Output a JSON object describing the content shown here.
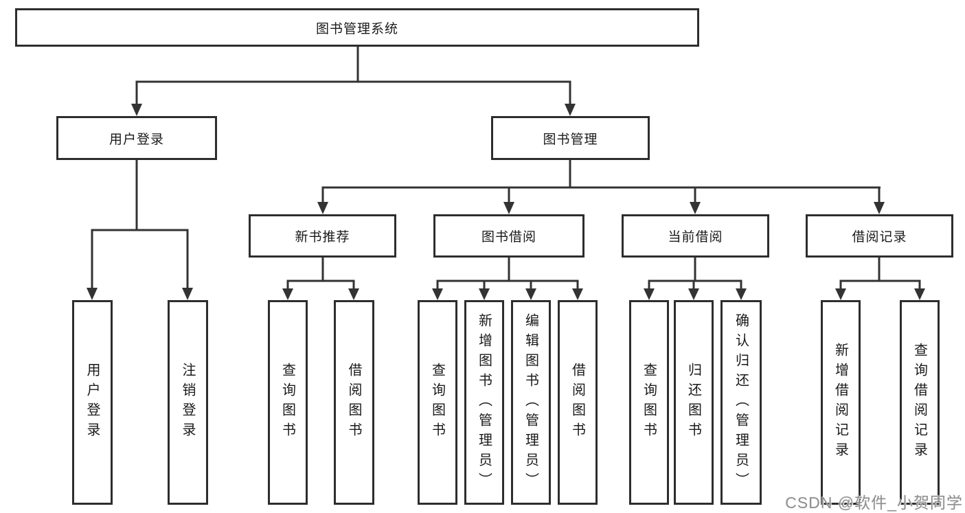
{
  "diagram": {
    "title": "图书管理系统",
    "nodes": {
      "root": "图书管理系统",
      "user_login": "用户登录",
      "book_mgmt": "图书管理",
      "new_book": "新书推荐",
      "book_borrow": "图书借阅",
      "current_borrow": "当前借阅",
      "borrow_record": "借阅记录",
      "login": "用户登录",
      "logout": "注销登录",
      "nb_query": "查询图书",
      "nb_borrow": "借阅图书",
      "bb_query": "查询图书",
      "bb_add": "新增图书（管理员）",
      "bb_edit": "编辑图书（管理员）",
      "bb_borrow": "借阅图书",
      "cb_query": "查询图书",
      "cb_return": "归还图书",
      "cb_confirm": "确认归还（管理员）",
      "br_add": "新增借阅记录",
      "br_query": "查询借阅记录"
    },
    "hierarchy": {
      "图书管理系统": [
        "用户登录",
        "图书管理"
      ],
      "用户登录": [
        "用户登录",
        "注销登录"
      ],
      "图书管理": [
        "新书推荐",
        "图书借阅",
        "当前借阅",
        "借阅记录"
      ],
      "新书推荐": [
        "查询图书",
        "借阅图书"
      ],
      "图书借阅": [
        "查询图书",
        "新增图书（管理员）",
        "编辑图书（管理员）",
        "借阅图书"
      ],
      "当前借阅": [
        "查询图书",
        "归还图书",
        "确认归还（管理员）"
      ],
      "借阅记录": [
        "新增借阅记录",
        "查询借阅记录"
      ]
    },
    "colors": {
      "line": "#333333",
      "box_border": "#2d2d2d",
      "box_fill": "#ffffff",
      "text": "#1a1a1a",
      "background": "#ffffff",
      "watermark": "#828282"
    }
  },
  "watermark": {
    "text": "CSDN @软件_小贺同学"
  }
}
